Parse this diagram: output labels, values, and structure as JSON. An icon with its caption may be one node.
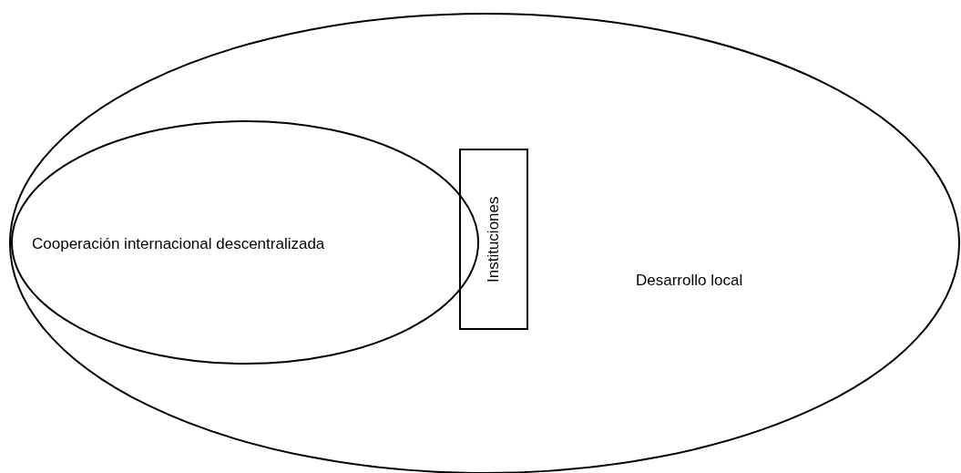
{
  "diagram": {
    "nodes": [
      {
        "text": [
          "Desarrollo local"
        ]
      },
      {
        "text": [
          "Cooperación internacional descentralizada"
        ],
        "in": 0
      },
      {
        "text": [
          "Instituciones"
        ],
        "in": 0
      }
    ]
  }
}
